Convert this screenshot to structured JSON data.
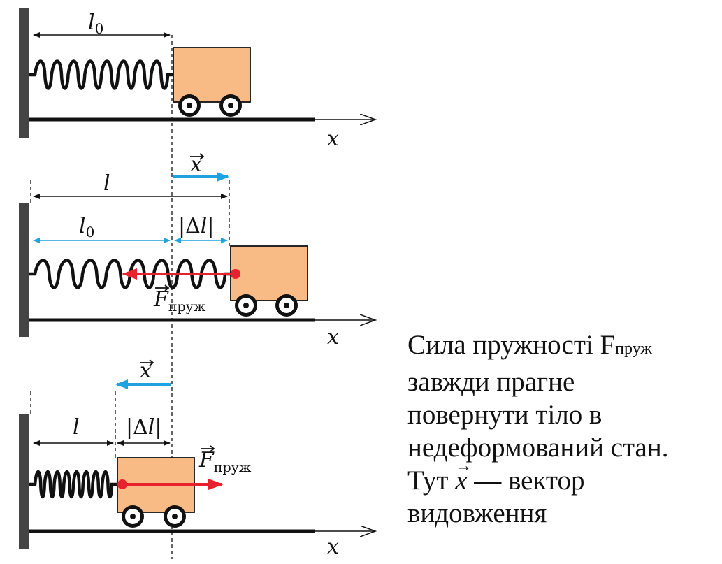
{
  "labels": {
    "l0": "l",
    "l0_sub": "0",
    "l": "l",
    "x": "x",
    "dl_open": "|Δ",
    "dl_var": "l",
    "dl_close": "|",
    "F": "F",
    "F_sub": "пруж",
    "axis": "x"
  },
  "caption": {
    "line1": "Сила пружності F",
    "line1_sub": "пруж",
    "line2": "завжди прагне",
    "line3": "повернути тіло в",
    "line4": "недеформований стан.",
    "line5_a": "Тут ",
    "line5_var": "x",
    "line5_b": " — вектор",
    "line6": "видовження"
  },
  "colors": {
    "cart": "#f9bb86",
    "ink": "#111111",
    "blue": "#1ea3e0",
    "red": "#e8212f"
  }
}
